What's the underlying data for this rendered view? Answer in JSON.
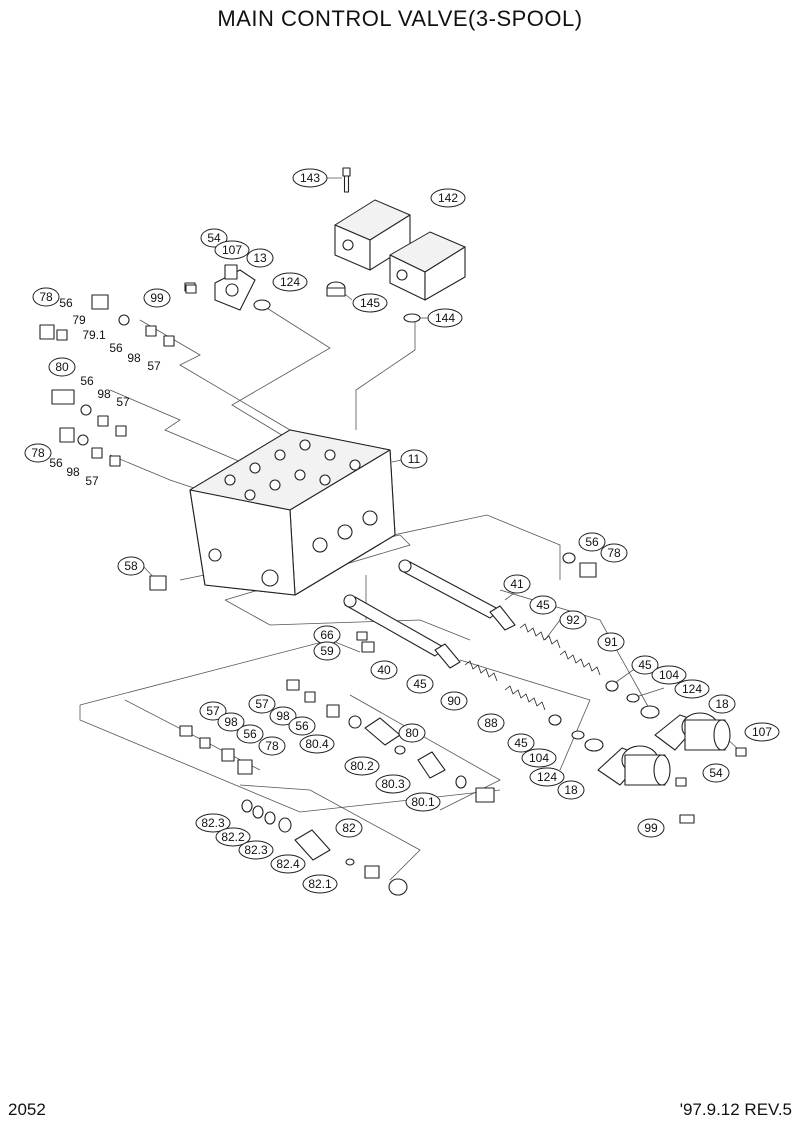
{
  "title": "MAIN CONTROL VALVE(3-SPOOL)",
  "page_number": "2052",
  "revision": "'97.9.12  REV.5",
  "callouts": [
    {
      "id": "c143",
      "text": "143"
    },
    {
      "id": "c142",
      "text": "142"
    },
    {
      "id": "c54a",
      "text": "54"
    },
    {
      "id": "c107a",
      "text": "107"
    },
    {
      "id": "c13",
      "text": "13"
    },
    {
      "id": "c124a",
      "text": "124"
    },
    {
      "id": "c99a",
      "text": "99"
    },
    {
      "id": "c145",
      "text": "145"
    },
    {
      "id": "c144",
      "text": "144"
    },
    {
      "id": "c78a",
      "text": "78"
    },
    {
      "id": "c80a",
      "text": "80"
    },
    {
      "id": "c78b",
      "text": "78"
    },
    {
      "id": "c11",
      "text": "11"
    },
    {
      "id": "c58",
      "text": "58"
    },
    {
      "id": "c56r",
      "text": "56"
    },
    {
      "id": "c78r",
      "text": "78"
    },
    {
      "id": "c41",
      "text": "41"
    },
    {
      "id": "c45a",
      "text": "45"
    },
    {
      "id": "c92",
      "text": "92"
    },
    {
      "id": "c91",
      "text": "91"
    },
    {
      "id": "c66",
      "text": "66"
    },
    {
      "id": "c59",
      "text": "59"
    },
    {
      "id": "c40",
      "text": "40"
    },
    {
      "id": "c45b",
      "text": "45"
    },
    {
      "id": "c45c",
      "text": "45"
    },
    {
      "id": "c104a",
      "text": "104"
    },
    {
      "id": "c124b",
      "text": "124"
    },
    {
      "id": "c18a",
      "text": "18"
    },
    {
      "id": "c107b",
      "text": "107"
    },
    {
      "id": "c90",
      "text": "90"
    },
    {
      "id": "c88",
      "text": "88"
    },
    {
      "id": "c45d",
      "text": "45"
    },
    {
      "id": "c104b",
      "text": "104"
    },
    {
      "id": "c124c",
      "text": "124"
    },
    {
      "id": "c18b",
      "text": "18"
    },
    {
      "id": "c54b",
      "text": "54"
    },
    {
      "id": "c99b",
      "text": "99"
    },
    {
      "id": "c57m",
      "text": "57"
    },
    {
      "id": "c98m",
      "text": "98"
    },
    {
      "id": "c56m",
      "text": "56"
    },
    {
      "id": "c80b",
      "text": "80"
    },
    {
      "id": "c804",
      "text": "80.4"
    },
    {
      "id": "c802",
      "text": "80.2"
    },
    {
      "id": "c803",
      "text": "80.3"
    },
    {
      "id": "c801",
      "text": "80.1"
    },
    {
      "id": "c57l",
      "text": "57"
    },
    {
      "id": "c98l",
      "text": "98"
    },
    {
      "id": "c56l",
      "text": "56"
    },
    {
      "id": "c78l",
      "text": "78"
    },
    {
      "id": "c823a",
      "text": "82.3"
    },
    {
      "id": "c822",
      "text": "82.2"
    },
    {
      "id": "c823b",
      "text": "82.3"
    },
    {
      "id": "c824",
      "text": "82.4"
    },
    {
      "id": "c82",
      "text": "82"
    },
    {
      "id": "c821",
      "text": "82.1"
    }
  ],
  "plain_labels": [
    {
      "id": "p56a",
      "text": "56"
    },
    {
      "id": "p79",
      "text": "79"
    },
    {
      "id": "p791",
      "text": "79.1"
    },
    {
      "id": "p56b",
      "text": "56"
    },
    {
      "id": "p98a",
      "text": "98"
    },
    {
      "id": "p57a",
      "text": "57"
    },
    {
      "id": "p56c",
      "text": "56"
    },
    {
      "id": "p98b",
      "text": "98"
    },
    {
      "id": "p57b",
      "text": "57"
    },
    {
      "id": "p56d",
      "text": "56"
    },
    {
      "id": "p98c",
      "text": "98"
    },
    {
      "id": "p57c",
      "text": "57"
    }
  ]
}
